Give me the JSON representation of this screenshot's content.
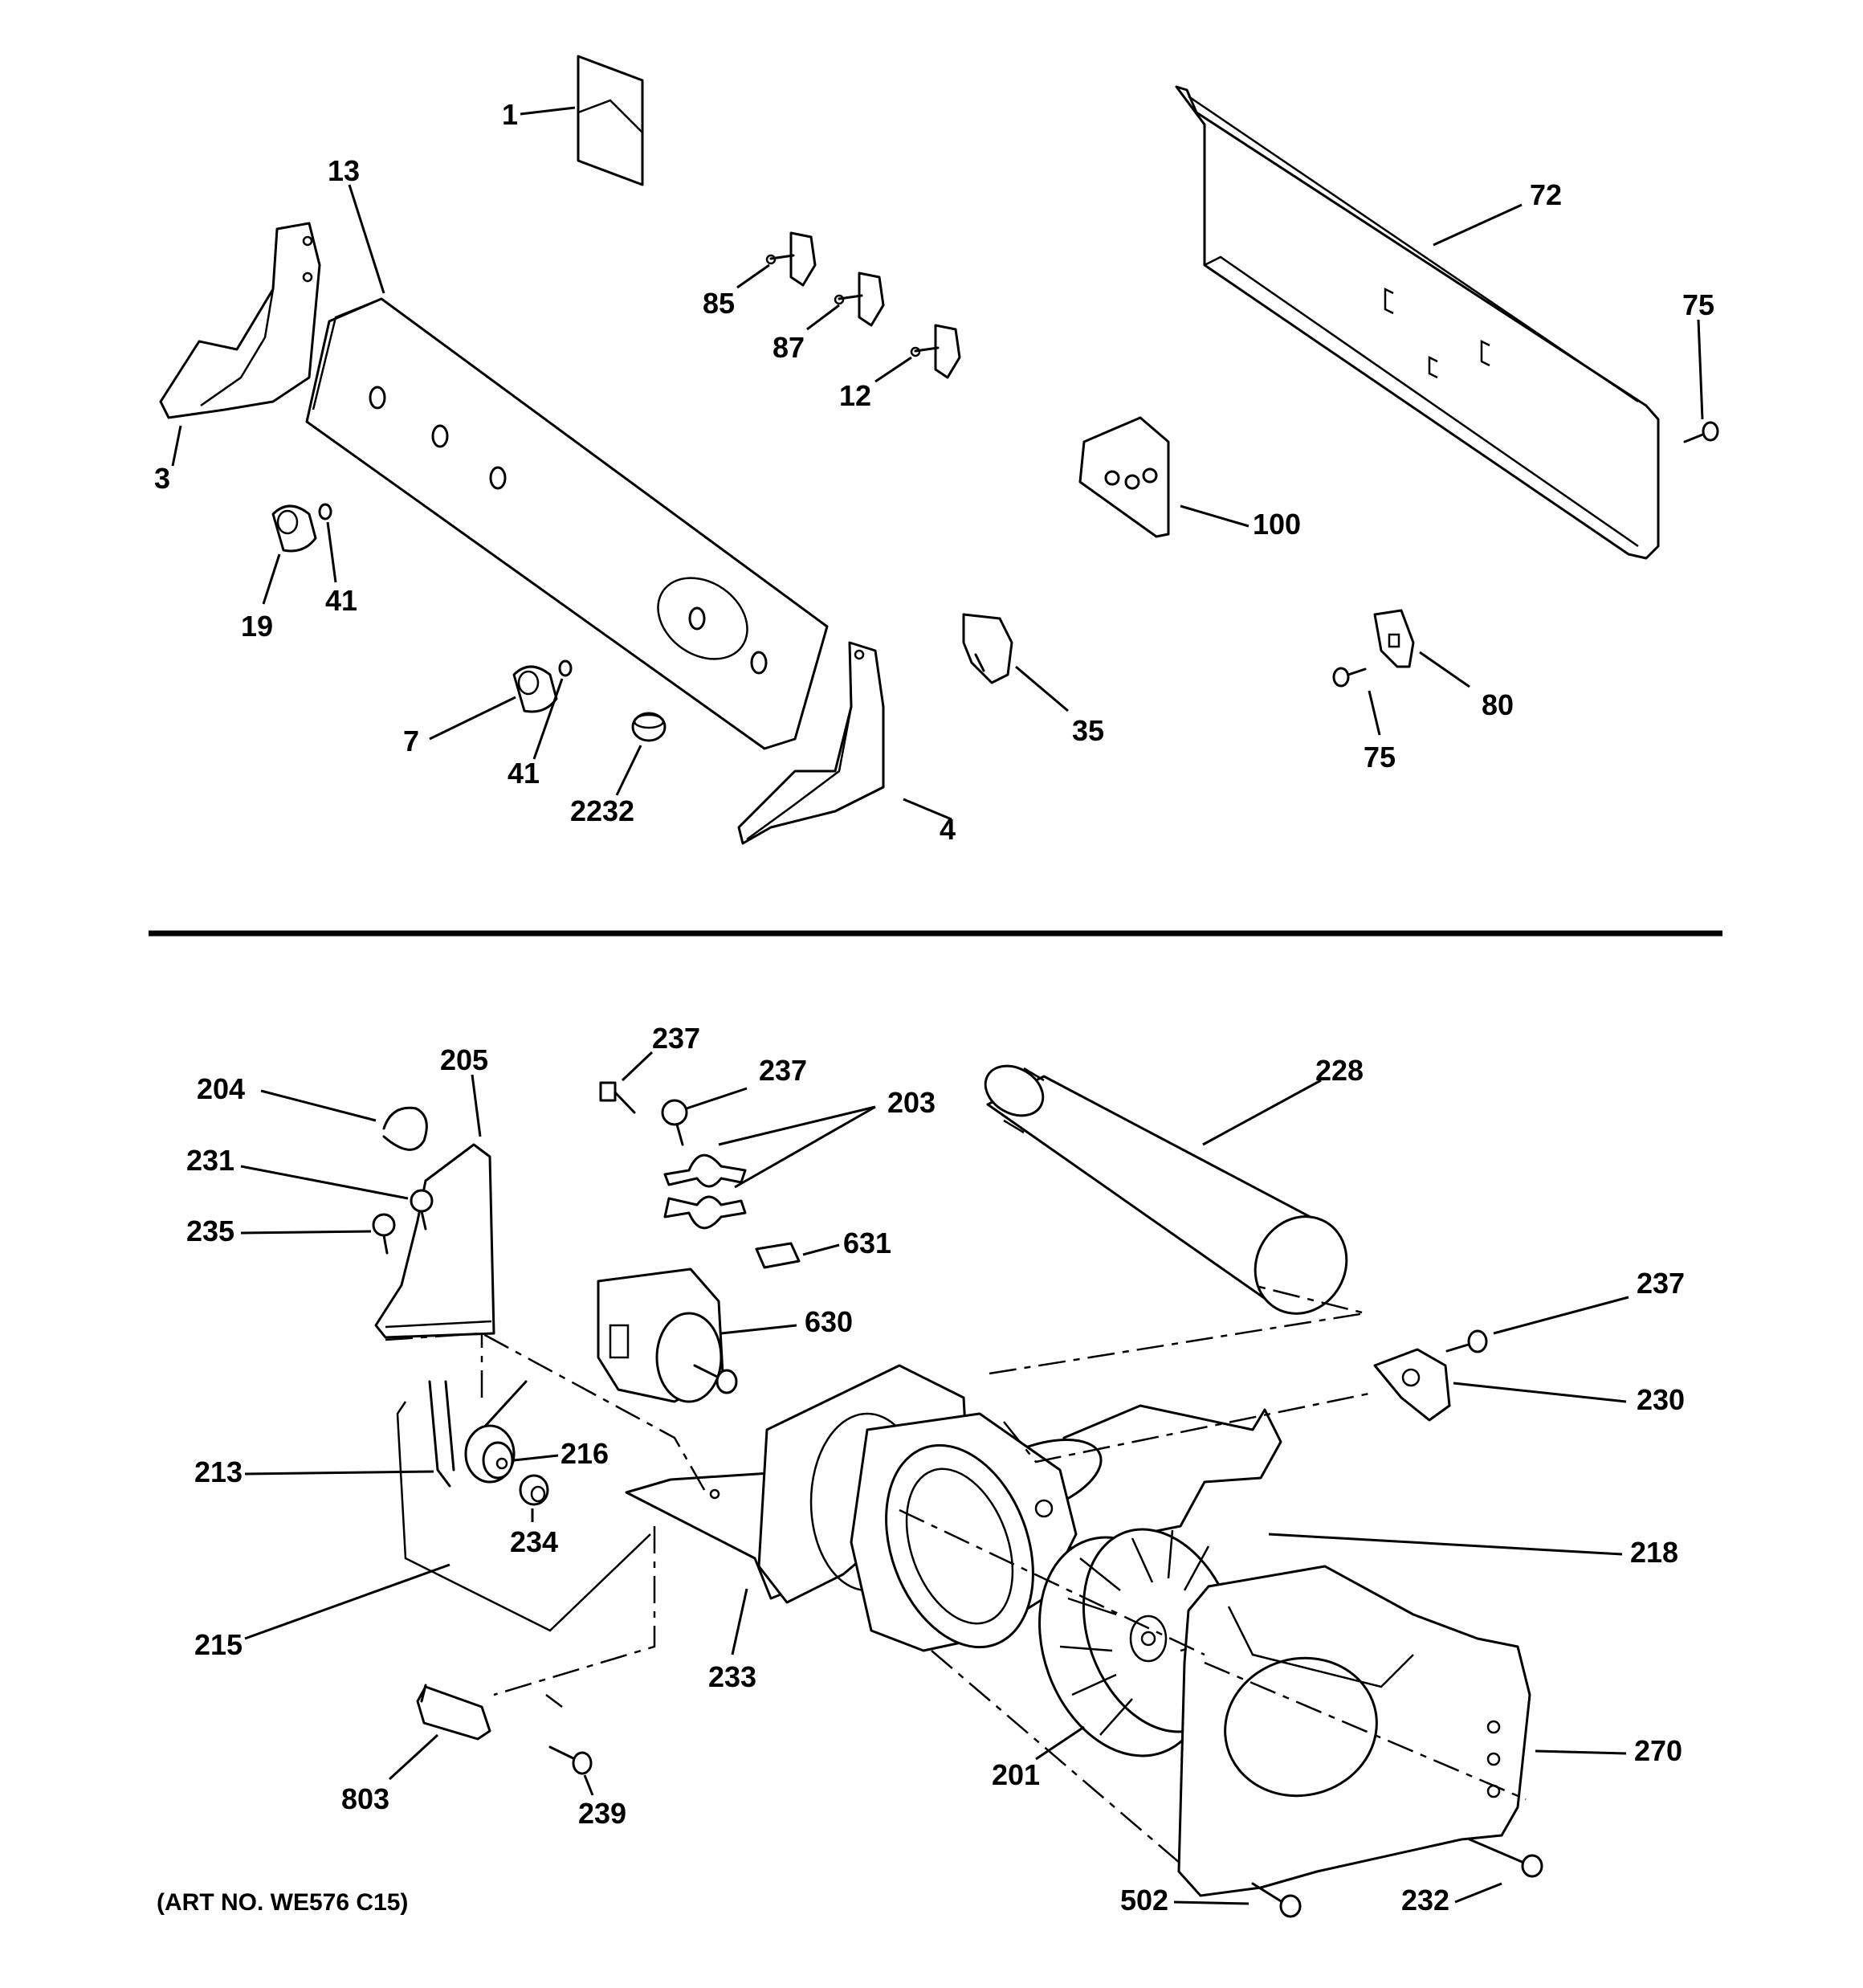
{
  "callouts": {
    "c1": "1",
    "c13": "13",
    "c3": "3",
    "c19": "19",
    "c41a": "41",
    "c41b": "41",
    "c7": "7",
    "c2232": "2232",
    "c4": "4",
    "c85": "85",
    "c87": "87",
    "c12": "12",
    "c35": "35",
    "c72": "72",
    "c75a": "75",
    "c100": "100",
    "c80": "80",
    "c75b": "75",
    "c204": "204",
    "c205": "205",
    "c231": "231",
    "c235": "235",
    "c237a": "237",
    "c237b": "237",
    "c203": "203",
    "c228": "228",
    "c631": "631",
    "c630": "630",
    "c237c": "237",
    "c230": "230",
    "c216": "216",
    "c213": "213",
    "c234": "234",
    "c218": "218",
    "c215": "215",
    "c233": "233",
    "c201": "201",
    "c270": "270",
    "c803": "803",
    "c239": "239",
    "c502": "502",
    "c232": "232"
  },
  "art_number": "(ART NO. WE576 C15)",
  "colors": {
    "line": "#000000",
    "background": "#ffffff"
  }
}
